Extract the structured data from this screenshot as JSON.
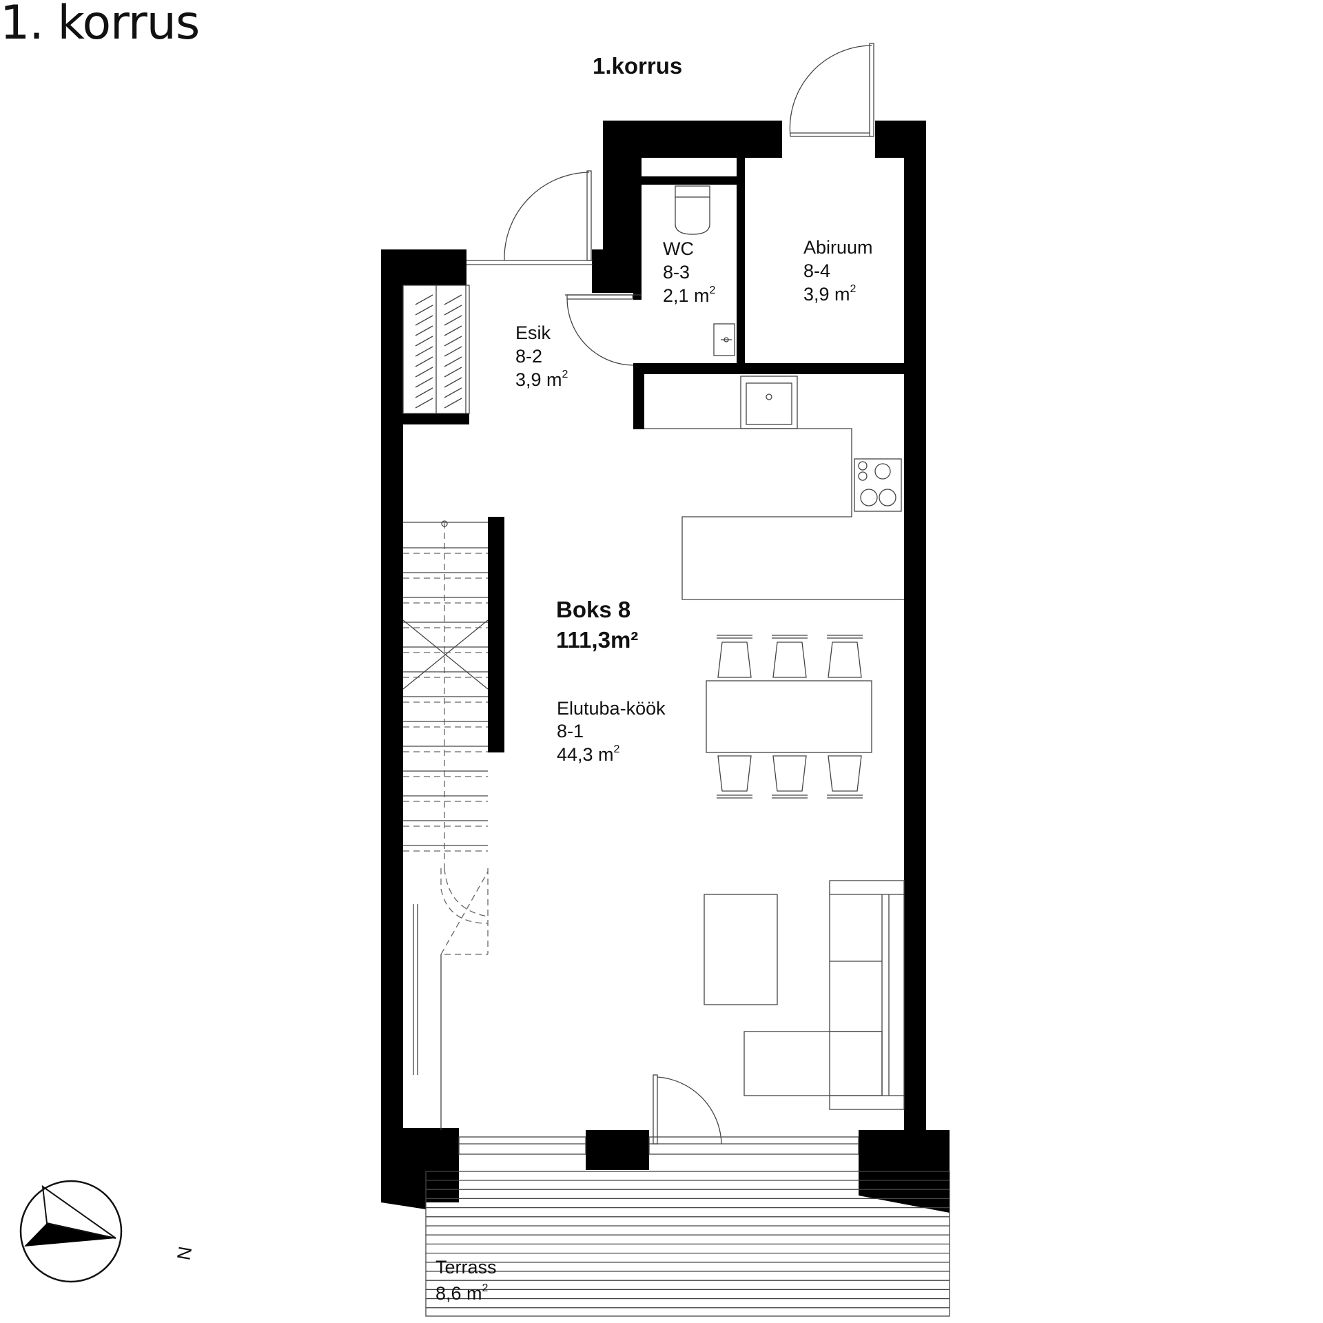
{
  "header": {
    "title": "1. korrus"
  },
  "plan": {
    "floor_label": "1.korrus",
    "unit": {
      "name": "Boks 8",
      "area": "111,3m²"
    },
    "rooms": [
      {
        "id": "wc",
        "name": "WC",
        "code": "8-3",
        "area": "2,1  m",
        "unit_exp": "2"
      },
      {
        "id": "abiruum",
        "name": "Abiruum",
        "code": "8-4",
        "area": "3,9  m",
        "unit_exp": "2"
      },
      {
        "id": "esik",
        "name": "Esik",
        "code": "8-2",
        "area": "3,9  m",
        "unit_exp": "2"
      },
      {
        "id": "elutuba",
        "name": "Elutuba-köök",
        "code": "8-1",
        "area": "44,3  m",
        "unit_exp": "2"
      },
      {
        "id": "terrass",
        "name": "Terrass",
        "area": "8,6  m",
        "unit_exp": "2"
      }
    ],
    "compass": {
      "label": "N"
    },
    "colors": {
      "wall": "#000000",
      "line": "#444444",
      "background": "#ffffff"
    }
  }
}
